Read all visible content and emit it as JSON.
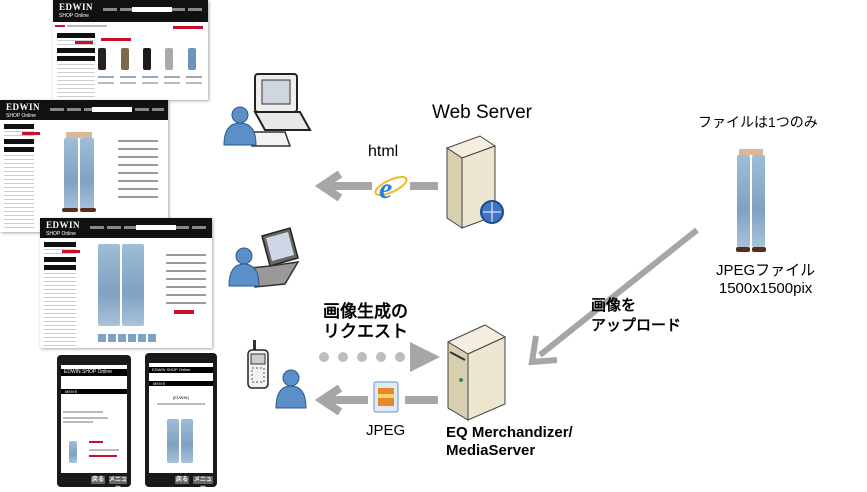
{
  "shop_screens": {
    "brand": "EDWIN",
    "sub": "SHOP Online",
    "mobile_title": "EDWIN SHOP Online",
    "mobile_section": "MEN'S",
    "mobile_brand_link": "[EDWIN]",
    "mobile_buttons": {
      "back": "戻る",
      "menu": "メニュー"
    }
  },
  "diagram": {
    "web_server_label": "Web Server",
    "html_label": "html",
    "request_label_line1": "画像生成の",
    "request_label_line2": "リクエスト",
    "jpeg_label": "JPEG",
    "media_server_line1": "EQ Merchandizer/",
    "media_server_line2": "MediaServer",
    "upload_label_line1": "画像を",
    "upload_label_line2": "アップロード",
    "single_file_label": "ファイルは1つのみ",
    "source_file_line1": "JPEGファイル",
    "source_file_line2": "1500x1500pix"
  },
  "colors": {
    "arrow": "#a6a6a6",
    "user_blue": "#5b8fc7",
    "server_beige": "#e6dcc0",
    "accent_red": "#c8102e"
  }
}
